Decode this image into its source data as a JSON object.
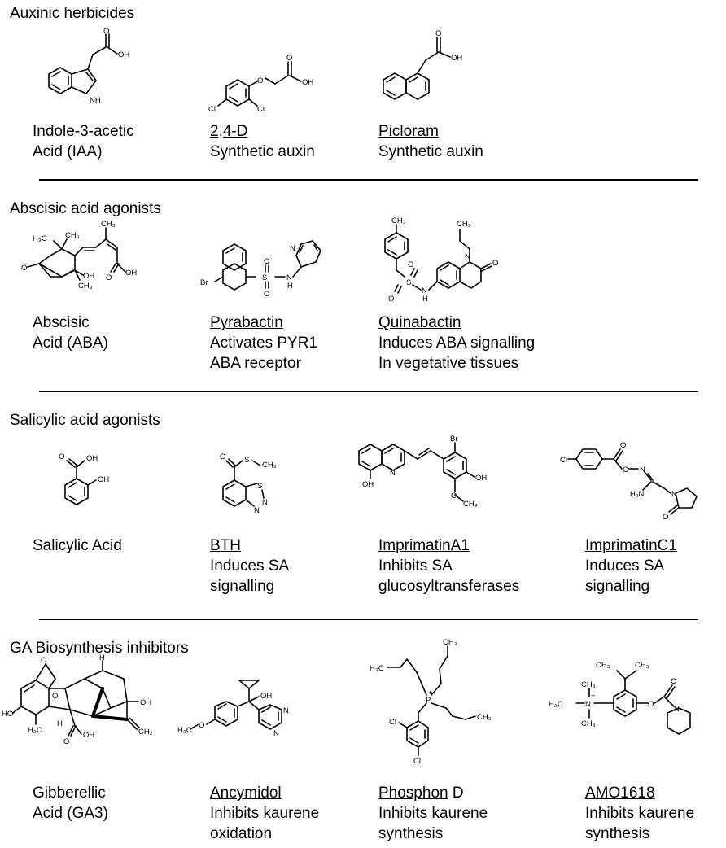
{
  "sections": [
    {
      "title": "Auxinic herbicides",
      "compounds": [
        {
          "name": "Indole-3-acetic",
          "name_suffix": "",
          "underline": false,
          "desc": [
            "Acid (IAA)"
          ],
          "atoms": [
            "OH",
            "O",
            "NH"
          ]
        },
        {
          "name": "2,4-D",
          "name_suffix": "",
          "underline": true,
          "desc": [
            "Synthetic auxin"
          ],
          "atoms": [
            "O",
            "OH",
            "O",
            "Cl",
            "Cl"
          ]
        },
        {
          "name": "Picloram",
          "name_suffix": "",
          "underline": true,
          "desc": [
            "Synthetic auxin"
          ],
          "atoms": [
            "O",
            "OH"
          ]
        }
      ]
    },
    {
      "title": "Abscisic acid agonists",
      "compounds": [
        {
          "name": "Abscisic",
          "name_suffix": "",
          "underline": false,
          "desc": [
            "Acid (ABA)"
          ],
          "atoms": [
            "H₃C",
            "CH₃",
            "CH₃",
            "OH",
            "O",
            "CH₃",
            "O",
            "OH"
          ]
        },
        {
          "name": "Pyrabactin",
          "name_suffix": "",
          "underline": true,
          "desc": [
            "Activates PYR1",
            "ABA receptor"
          ],
          "atoms": [
            "Br",
            "S",
            "O",
            "O",
            "N",
            "H",
            "N"
          ]
        },
        {
          "name": "Quinabactin",
          "name_suffix": "",
          "underline": true,
          "desc": [
            "Induces ABA signalling",
            "In vegetative tissues"
          ],
          "atoms": [
            "CH₃",
            "CH₃",
            "O",
            "O",
            "S",
            "N",
            "H",
            "N",
            "O"
          ]
        }
      ]
    },
    {
      "title": "Salicylic acid agonists",
      "compounds": [
        {
          "name": "Salicylic Acid",
          "name_suffix": "",
          "underline": false,
          "desc": [],
          "atoms": [
            "O",
            "OH",
            "OH"
          ]
        },
        {
          "name": "BTH",
          "name_suffix": "",
          "underline": true,
          "desc": [
            "Induces SA",
            "signalling"
          ],
          "atoms": [
            "O",
            "S",
            "CH₃",
            "S",
            "N",
            "N"
          ]
        },
        {
          "name": "ImprimatinA1",
          "name_suffix": "",
          "underline": true,
          "desc": [
            "Inhibits SA",
            "glucosyltransferases"
          ],
          "atoms": [
            "N",
            "OH",
            "Br",
            "OH",
            "O",
            "CH₃"
          ]
        },
        {
          "name": "ImprimatinC1",
          "name_suffix": "",
          "underline": true,
          "desc": [
            "Induces SA",
            "signalling"
          ],
          "atoms": [
            "Cl",
            "O",
            "O",
            "N",
            "H₂N",
            "N",
            "O"
          ]
        }
      ]
    },
    {
      "title": "GA Biosynthesis inhibitors",
      "compounds": [
        {
          "name": "Gibberellic",
          "name_suffix": "",
          "underline": false,
          "desc": [
            "Acid (GA3)"
          ],
          "atoms": [
            "O",
            "O",
            "H",
            "HO",
            "OH",
            "H₃C",
            "H",
            "O",
            "OH",
            "CH₂"
          ]
        },
        {
          "name": "Ancymidol",
          "name_suffix": "",
          "underline": true,
          "desc": [
            "Inhibits kaurene",
            "oxidation"
          ],
          "atoms": [
            "OH",
            "H₃C",
            "O",
            "N",
            "N"
          ]
        },
        {
          "name": "Phosphon",
          "name_suffix": " D",
          "underline": true,
          "desc": [
            "Inhibits kaurene",
            "synthesis"
          ],
          "atoms": [
            "CH₃",
            "H₃C",
            "P",
            "+",
            "CH₃",
            "Cl",
            "Cl"
          ]
        },
        {
          "name": "AMO1618",
          "name_suffix": "",
          "underline": true,
          "desc": [
            "Inhibits kaurene",
            "synthesis"
          ],
          "atoms": [
            "CH₃",
            "CH₃",
            "CH₃",
            "H₃C",
            "N",
            "+",
            "CH₃",
            "O",
            "O",
            "N"
          ]
        }
      ]
    }
  ]
}
